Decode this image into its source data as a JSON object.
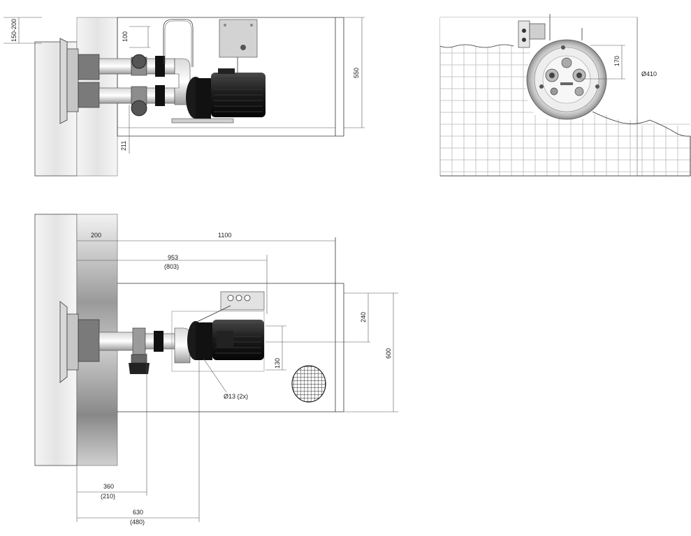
{
  "side_view": {
    "dim_150_200": "150-200",
    "dim_100": "100",
    "dim_550": "550",
    "dim_211": "211"
  },
  "front_view": {
    "dim_170": "170",
    "dim_410": "Ø410"
  },
  "top_view": {
    "dim_200": "200",
    "dim_1100": "1100",
    "dim_953": "953",
    "dim_803": "(803)",
    "dim_240": "240",
    "dim_600": "600",
    "dim_130": "130",
    "dim_13": "Ø13 (2x)",
    "dim_360": "360",
    "dim_210": "(210)",
    "dim_630": "630",
    "dim_480": "(480)"
  }
}
